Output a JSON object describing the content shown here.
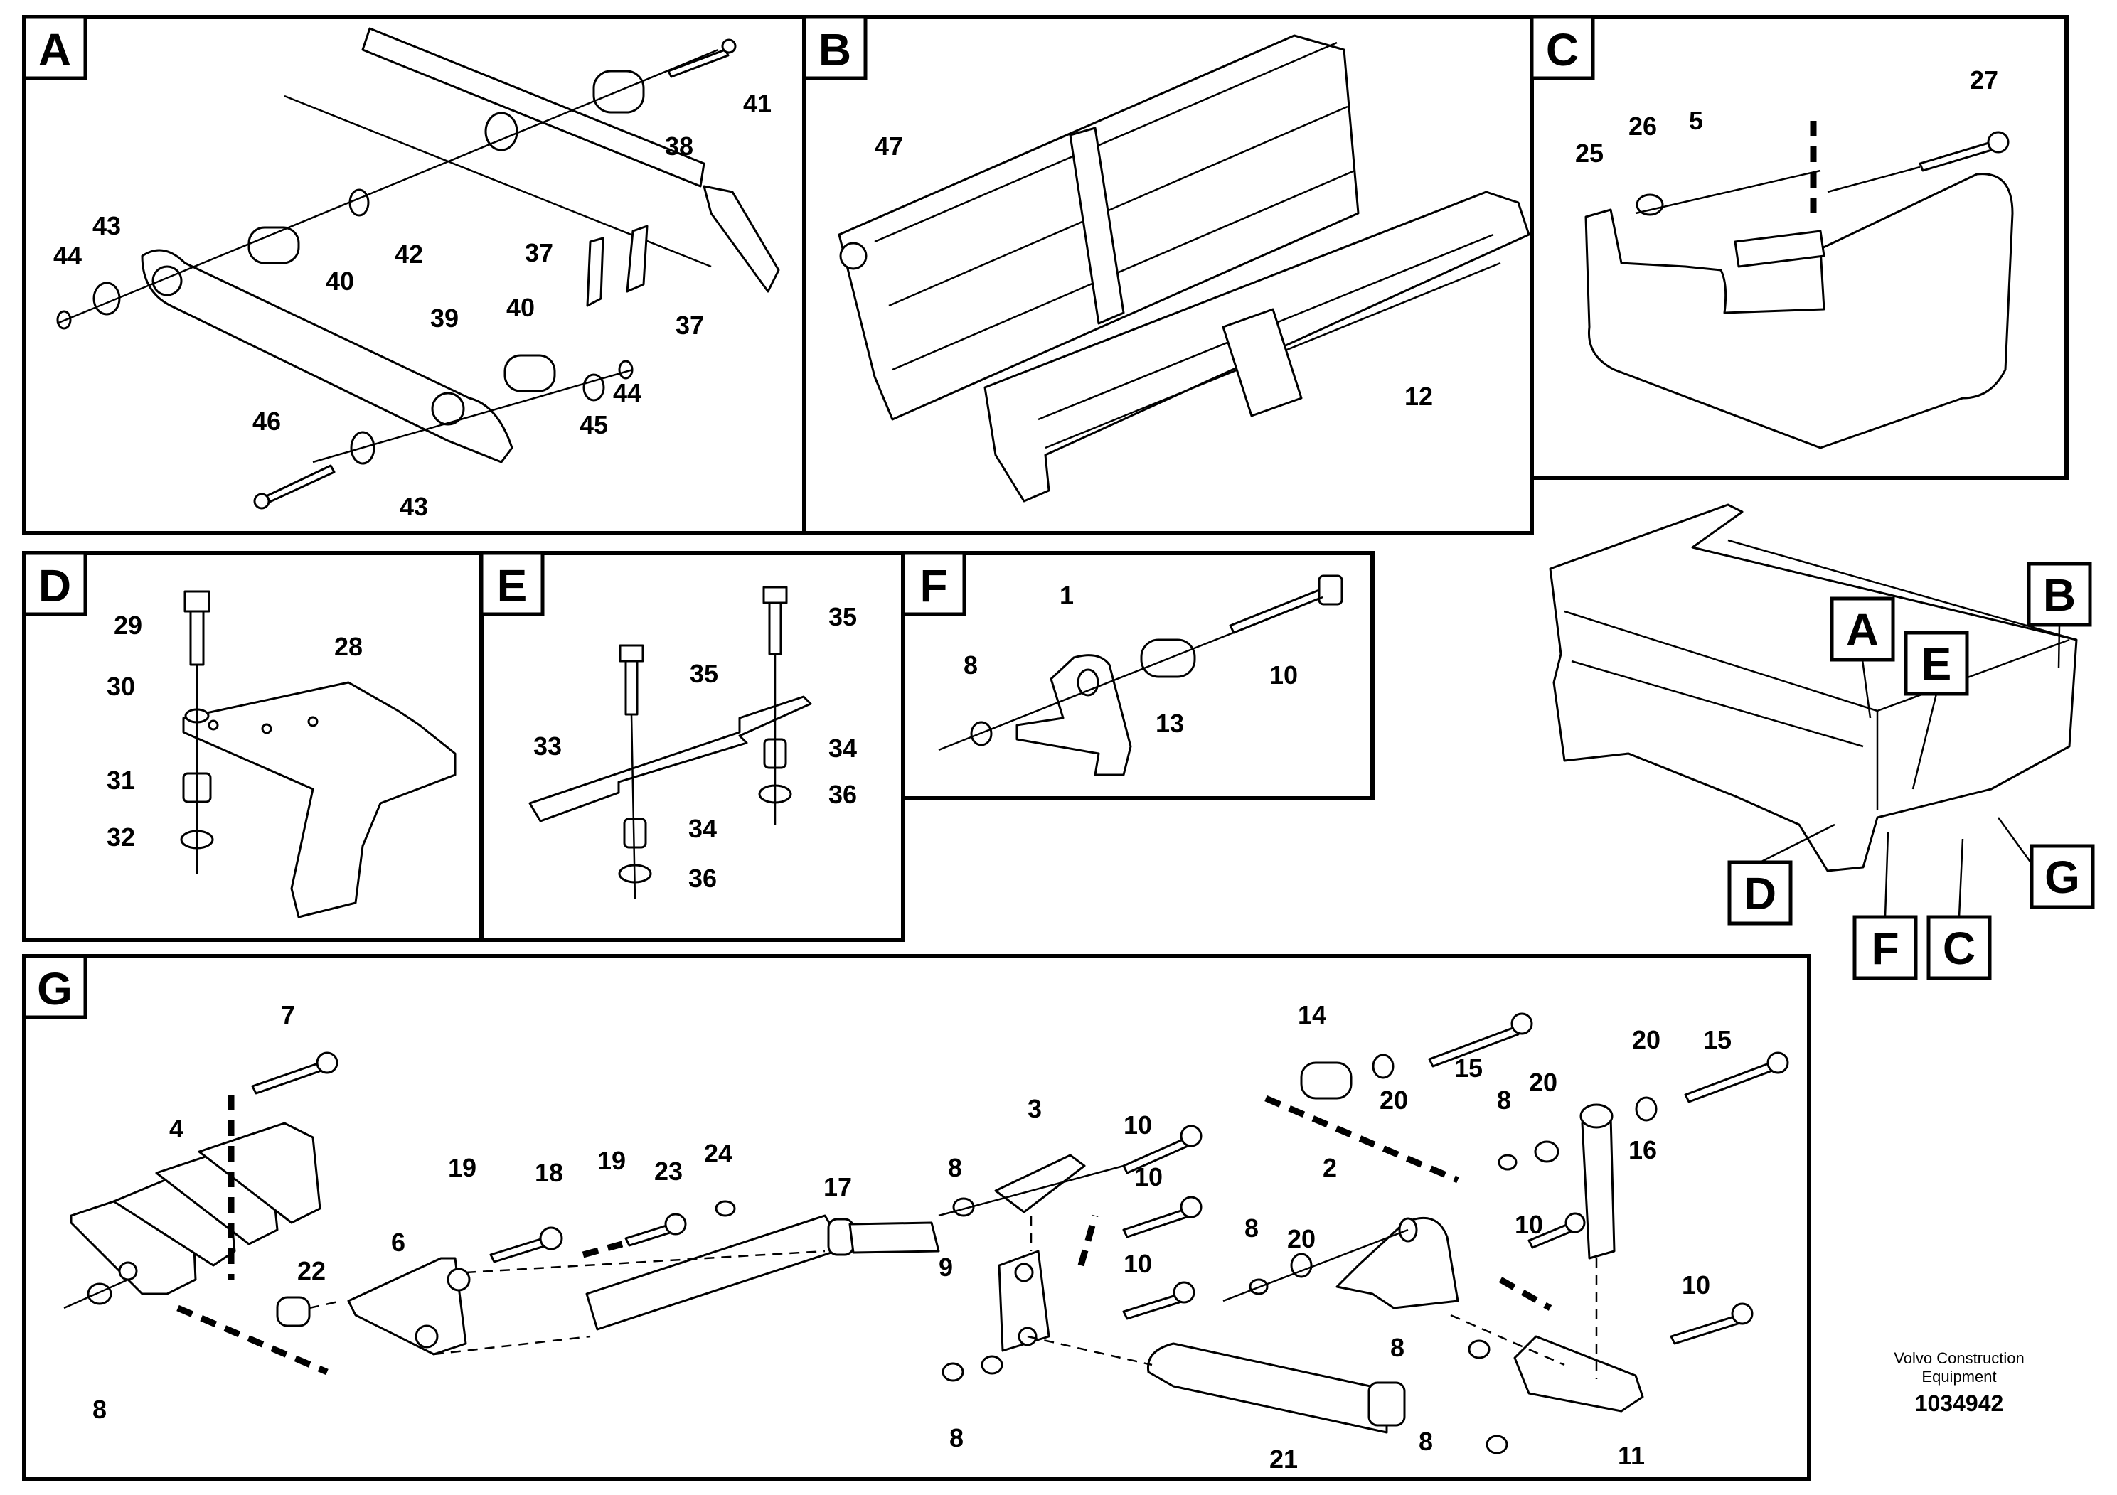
{
  "panels": {
    "A": {
      "label": "A",
      "callouts": [
        "41",
        "38",
        "43",
        "44",
        "40",
        "42",
        "37",
        "37",
        "39",
        "40",
        "44",
        "45",
        "46",
        "43"
      ]
    },
    "B": {
      "label": "B",
      "callouts": [
        "47",
        "12"
      ]
    },
    "C": {
      "label": "C",
      "callouts": [
        "25",
        "26",
        "5",
        "27"
      ]
    },
    "D": {
      "label": "D",
      "callouts": [
        "29",
        "28",
        "30",
        "31",
        "32"
      ]
    },
    "E": {
      "label": "E",
      "callouts": [
        "35",
        "35",
        "33",
        "34",
        "34",
        "36",
        "36"
      ]
    },
    "F": {
      "label": "F",
      "callouts": [
        "1",
        "8",
        "10",
        "13"
      ]
    },
    "G": {
      "label": "G",
      "callouts": [
        "7",
        "4",
        "19",
        "18",
        "19",
        "23",
        "24",
        "6",
        "22",
        "8",
        "17",
        "3",
        "10",
        "8",
        "10",
        "9",
        "10",
        "8",
        "14",
        "20",
        "15",
        "2",
        "20",
        "8",
        "20",
        "8",
        "16",
        "20",
        "15",
        "10",
        "10",
        "8",
        "21",
        "8",
        "11"
      ]
    }
  },
  "overview": {
    "labels": [
      "A",
      "B",
      "E",
      "D",
      "F",
      "C",
      "G"
    ]
  },
  "footer": {
    "company": "Volvo Construction",
    "company2": "Equipment",
    "doc_number": "1034942"
  }
}
